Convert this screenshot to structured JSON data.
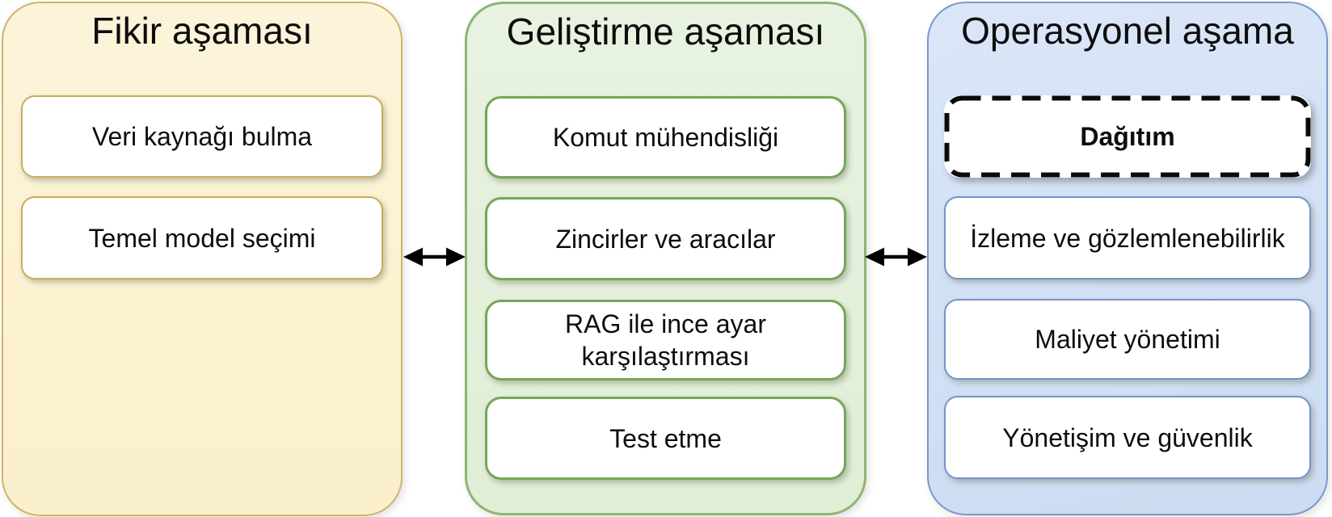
{
  "diagram": {
    "columns": [
      {
        "id": "idea-stage",
        "title": "Fikir aşaması",
        "items": [
          {
            "label": "Veri kaynağı bulma"
          },
          {
            "label": "Temel model seçimi"
          }
        ]
      },
      {
        "id": "development-stage",
        "title": "Geliştirme aşaması",
        "items": [
          {
            "label": "Komut mühendisliği"
          },
          {
            "label": "Zincirler ve aracılar"
          },
          {
            "label": "RAG ile ince ayar karşılaştırması"
          },
          {
            "label": "Test etme"
          }
        ]
      },
      {
        "id": "operational-stage",
        "title": "Operasyonel aşama",
        "items": [
          {
            "label": "Dağıtım",
            "style": "dashed-bold"
          },
          {
            "label": "İzleme ve gözlemlenebilirlik"
          },
          {
            "label": "Maliyet yönetimi"
          },
          {
            "label": "Yönetişim ve güvenlik"
          }
        ]
      }
    ],
    "connectors": [
      {
        "between": [
          "idea-stage",
          "development-stage"
        ],
        "type": "double-headed-arrow"
      },
      {
        "between": [
          "development-stage",
          "operational-stage"
        ],
        "type": "double-headed-arrow"
      }
    ],
    "palette": {
      "idea_fill": "#fbf2d3",
      "idea_border": "#d1b469",
      "idea_item_border": "#c9ad5c",
      "dev_fill": "#e4f0db",
      "dev_border": "#8cb573",
      "dev_item_border": "#74a758",
      "ops_fill": "#d2e1f5",
      "ops_border": "#7b99c7",
      "ops_item_border": "#7495c5",
      "dashed_box_border": "#0a0a0a",
      "text": "#0d0d0d",
      "item_fill": "#ffffff",
      "arrow": "#000000"
    }
  }
}
